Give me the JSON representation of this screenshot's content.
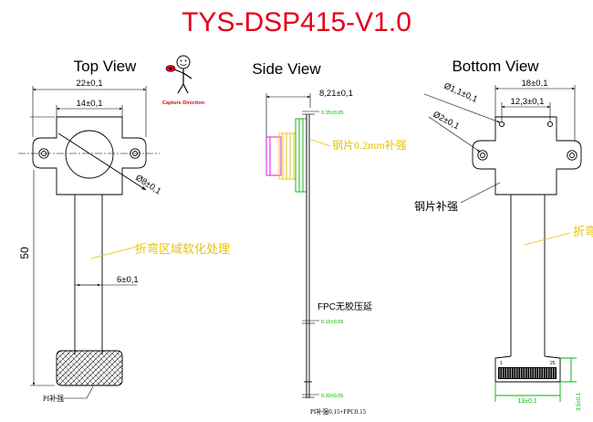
{
  "title": "TYS-DSP415-V1.0",
  "views": {
    "top": "Top View",
    "side": "Side View",
    "bottom": "Bottom View"
  },
  "logo_caption": "Capture Direction",
  "top_view": {
    "dim_width": "22±0,1",
    "dim_body": "14±0,1",
    "dim_lens": "Ø8±0,1",
    "dim_length": "50",
    "dim_fpc": "6±0,1",
    "bend_note": "折弯区域软化处理",
    "pi_note": "PI补强"
  },
  "side_view": {
    "dim_depth": "8,21±0,1",
    "t1": "0.35±0.05",
    "steel_note": "钢片0.2mm补强",
    "fpc_note": "FPC无胶压延",
    "t2": "0.15±0.05",
    "t3": "0.30±0.05",
    "stack_note": "PI补强0.15+FPC0.15"
  },
  "bottom_view": {
    "dim_width": "18±0,1",
    "dim_inner": "12,3±0,1",
    "dim_hole1": "Ø1,1±0,1",
    "dim_hole2": "Ø2±0,1",
    "steel_note": "钢片补强",
    "bend_note_partial": "折弯",
    "pin1": "1",
    "pin2": "25",
    "connector_width": "13±0.1",
    "connector_height": "3.5±0.1"
  },
  "colors": {
    "title": "#e3001b",
    "annotation": "#e8c300",
    "tolerance": "#00b400",
    "stiffener": "#e000e0"
  }
}
